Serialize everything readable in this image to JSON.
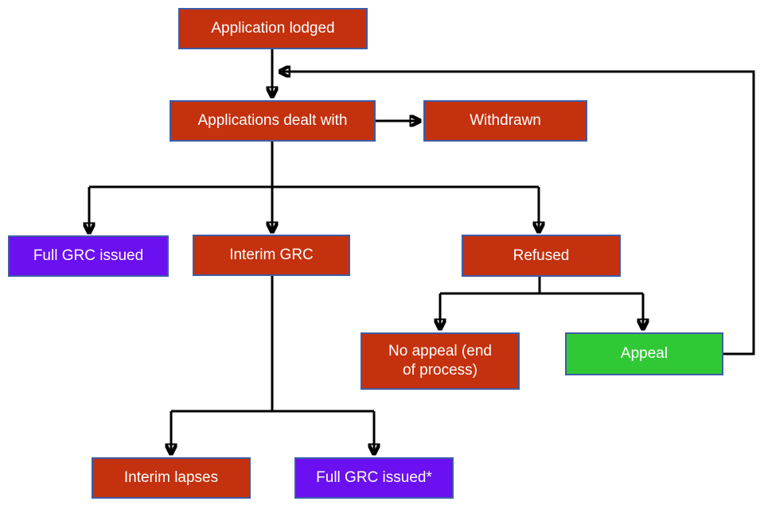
{
  "diagram": {
    "styles": {
      "node_red": "#C4310E",
      "node_purple": "#6B10F0",
      "node_green": "#30C935",
      "node_border": "#3D5CA6",
      "line_color": "#000000",
      "text_color": "#FFFFFF",
      "background": "#FFFFFF"
    },
    "nodes": {
      "application_lodged": {
        "label": "Application lodged",
        "fill": "#C4310E"
      },
      "applications_dealt_with": {
        "label": "Applications dealt with",
        "fill": "#C4310E"
      },
      "withdrawn": {
        "label": "Withdrawn",
        "fill": "#C4310E"
      },
      "full_grc_issued": {
        "label": "Full GRC issued",
        "fill": "#6B10F0"
      },
      "interim_grc": {
        "label": "Interim GRC",
        "fill": "#C4310E"
      },
      "refused": {
        "label": "Refused",
        "fill": "#C4310E"
      },
      "no_appeal": {
        "label": "No appeal (end of process)",
        "fill": "#C4310E"
      },
      "appeal": {
        "label": "Appeal",
        "fill": "#30C935"
      },
      "interim_lapses": {
        "label": "Interim lapses",
        "fill": "#C4310E"
      },
      "full_grc_issued_final": {
        "label": "Full GRC issued*",
        "fill": "#6B10F0"
      }
    },
    "edges": [
      {
        "from": "application_lodged",
        "to": "applications_dealt_with"
      },
      {
        "from": "applications_dealt_with",
        "to": "withdrawn"
      },
      {
        "from": "applications_dealt_with",
        "to": "full_grc_issued"
      },
      {
        "from": "applications_dealt_with",
        "to": "interim_grc"
      },
      {
        "from": "applications_dealt_with",
        "to": "refused"
      },
      {
        "from": "refused",
        "to": "no_appeal"
      },
      {
        "from": "refused",
        "to": "appeal"
      },
      {
        "from": "appeal",
        "to": "applications_dealt_with",
        "note": "feedback loop"
      },
      {
        "from": "interim_grc",
        "to": "interim_lapses"
      },
      {
        "from": "interim_grc",
        "to": "full_grc_issued_final"
      }
    ]
  }
}
